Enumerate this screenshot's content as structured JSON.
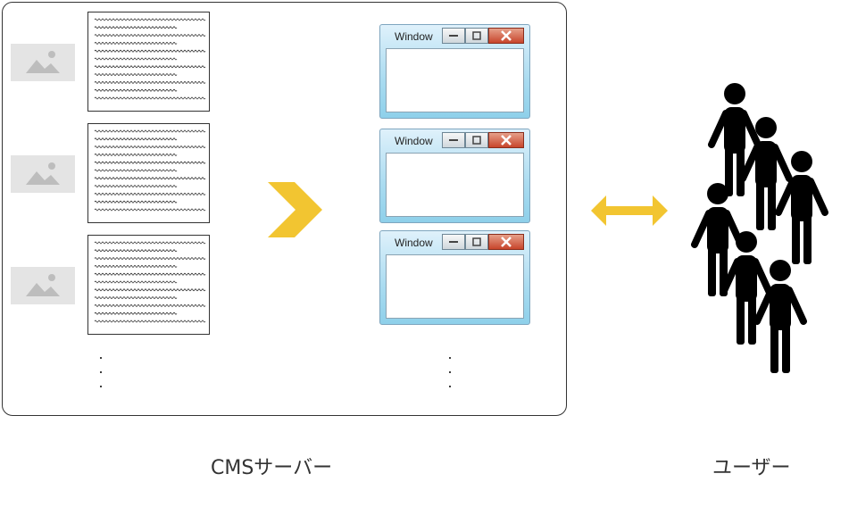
{
  "labels": {
    "server": "CMSサーバー",
    "users": "ユーザー"
  },
  "windows": [
    {
      "title": "Window"
    },
    {
      "title": "Window"
    },
    {
      "title": "Window"
    }
  ],
  "colors": {
    "arrow": "#f2c531",
    "window_frame": "#a9dbf0",
    "close_button": "#c8452b",
    "placeholder": "#e4e4e4"
  },
  "icons": [
    "image-placeholder-icon",
    "document-icon",
    "window-icon",
    "chevron-right-icon",
    "double-arrow-icon",
    "person-icon"
  ]
}
